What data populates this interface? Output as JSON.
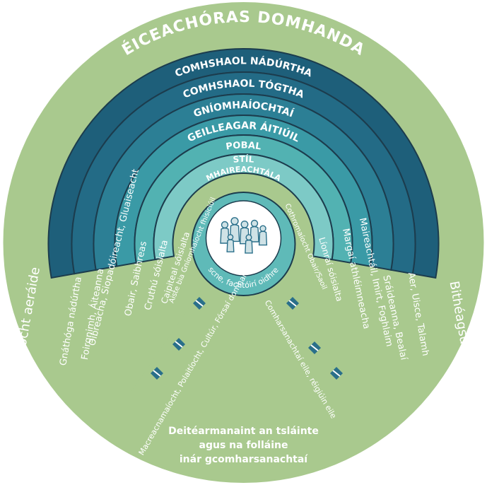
{
  "outer_title": "ÉICEACHÓRAS DOMHANDA",
  "outer_left": "Cobhsaíocht aeráide",
  "outer_right": "Bithéagsúlacht",
  "bands": [
    {
      "title": "COMHSHAOL NÁDÚRTHA",
      "left": "Gnáthóga nádúrtha",
      "right": "Aer, Uisce, Talamh",
      "color": "#1e5f7a"
    },
    {
      "title": "COMHSHAOL TÓGTHA",
      "left": "Foirgnimh, Áiteanna",
      "right": "Sráideanna, Bealaí",
      "color": "#236b86"
    },
    {
      "title": "GNÍOMHAÍOCHTAÍ",
      "left": "Oibreacha, Siopadóireacht, Gluaiseacht",
      "right": "Maireachtáil, Imirt, Foghlaim",
      "color": "#2c7f95"
    },
    {
      "title": "GEILLEAGAR ÁITIÚIL",
      "left": "Obair, Saibhreas",
      "right": "Margaí athléimneacha",
      "color": "#3a9aa6"
    },
    {
      "title": "POBAL",
      "left": "Cruthú sóisialta",
      "right": "Líonraí sóisialta",
      "color": "#52b2b2"
    },
    {
      "title": "STÍL MHAIREACHTÁLA",
      "title_line1": "STÍL",
      "title_line2": "MHAIREACHTÁLA",
      "left": "Caipiteal sóisialta",
      "right": "Cothromaíocht Obair/Saoil",
      "color": "#7dcac6"
    }
  ],
  "center": {
    "title": "DAOINE",
    "left_text": "Aiste bia Gníomhaíocht fhisiciúil",
    "subtitle": "Aois, Inscne, fachtóirí oidhreachtúla"
  },
  "wedge_left": "Macreacnamaíocht, Polaitíocht, Cultúr, Fórsaí domhanda",
  "wedge_right": "Comharsanachtaí eile, réigiúin eile",
  "footer": {
    "line1": "Deitéarmanaint an tsláinte",
    "line2": "agus na folláine",
    "line3": "inár gcomharsanachtaí"
  },
  "colors": {
    "outer": "#a9c98e",
    "wedge": "#a9c98e",
    "center": "#ffffff",
    "stroke": "#1c3c4d",
    "arrow": "#2a6f8a"
  }
}
